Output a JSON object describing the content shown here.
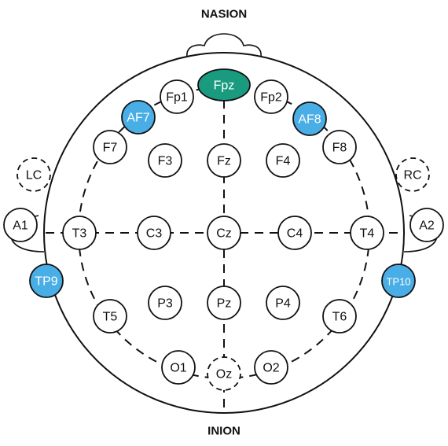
{
  "labels": {
    "top": "NASION",
    "bottom": "INION"
  },
  "colors": {
    "outline": "#111111",
    "highlight_blue": "#4aaee6",
    "highlight_green": "#1a9b80",
    "default_fill": "#ffffff"
  },
  "electrodes": [
    {
      "id": "Fpz",
      "label": "Fpz",
      "style": "green"
    },
    {
      "id": "Fp1",
      "label": "Fp1",
      "style": "white"
    },
    {
      "id": "Fp2",
      "label": "Fp2",
      "style": "white"
    },
    {
      "id": "AF7",
      "label": "AF7",
      "style": "blue"
    },
    {
      "id": "AF8",
      "label": "AF8",
      "style": "blue"
    },
    {
      "id": "F7",
      "label": "F7",
      "style": "white"
    },
    {
      "id": "F3",
      "label": "F3",
      "style": "white"
    },
    {
      "id": "Fz",
      "label": "Fz",
      "style": "white"
    },
    {
      "id": "F4",
      "label": "F4",
      "style": "white"
    },
    {
      "id": "F8",
      "label": "F8",
      "style": "white"
    },
    {
      "id": "LC",
      "label": "LC",
      "style": "dashed"
    },
    {
      "id": "RC",
      "label": "RC",
      "style": "dashed"
    },
    {
      "id": "A1",
      "label": "A1",
      "style": "white"
    },
    {
      "id": "T3",
      "label": "T3",
      "style": "white"
    },
    {
      "id": "C3",
      "label": "C3",
      "style": "white"
    },
    {
      "id": "Cz",
      "label": "Cz",
      "style": "white"
    },
    {
      "id": "C4",
      "label": "C4",
      "style": "white"
    },
    {
      "id": "T4",
      "label": "T4",
      "style": "white"
    },
    {
      "id": "A2",
      "label": "A2",
      "style": "white"
    },
    {
      "id": "TP9",
      "label": "TP9",
      "style": "blue"
    },
    {
      "id": "TP10",
      "label": "TP10",
      "style": "blue"
    },
    {
      "id": "T5",
      "label": "T5",
      "style": "white"
    },
    {
      "id": "P3",
      "label": "P3",
      "style": "white"
    },
    {
      "id": "Pz",
      "label": "Pz",
      "style": "white"
    },
    {
      "id": "P4",
      "label": "P4",
      "style": "white"
    },
    {
      "id": "T6",
      "label": "T6",
      "style": "white"
    },
    {
      "id": "O1",
      "label": "O1",
      "style": "white"
    },
    {
      "id": "Oz",
      "label": "Oz",
      "style": "dashed"
    },
    {
      "id": "O2",
      "label": "O2",
      "style": "white"
    }
  ]
}
